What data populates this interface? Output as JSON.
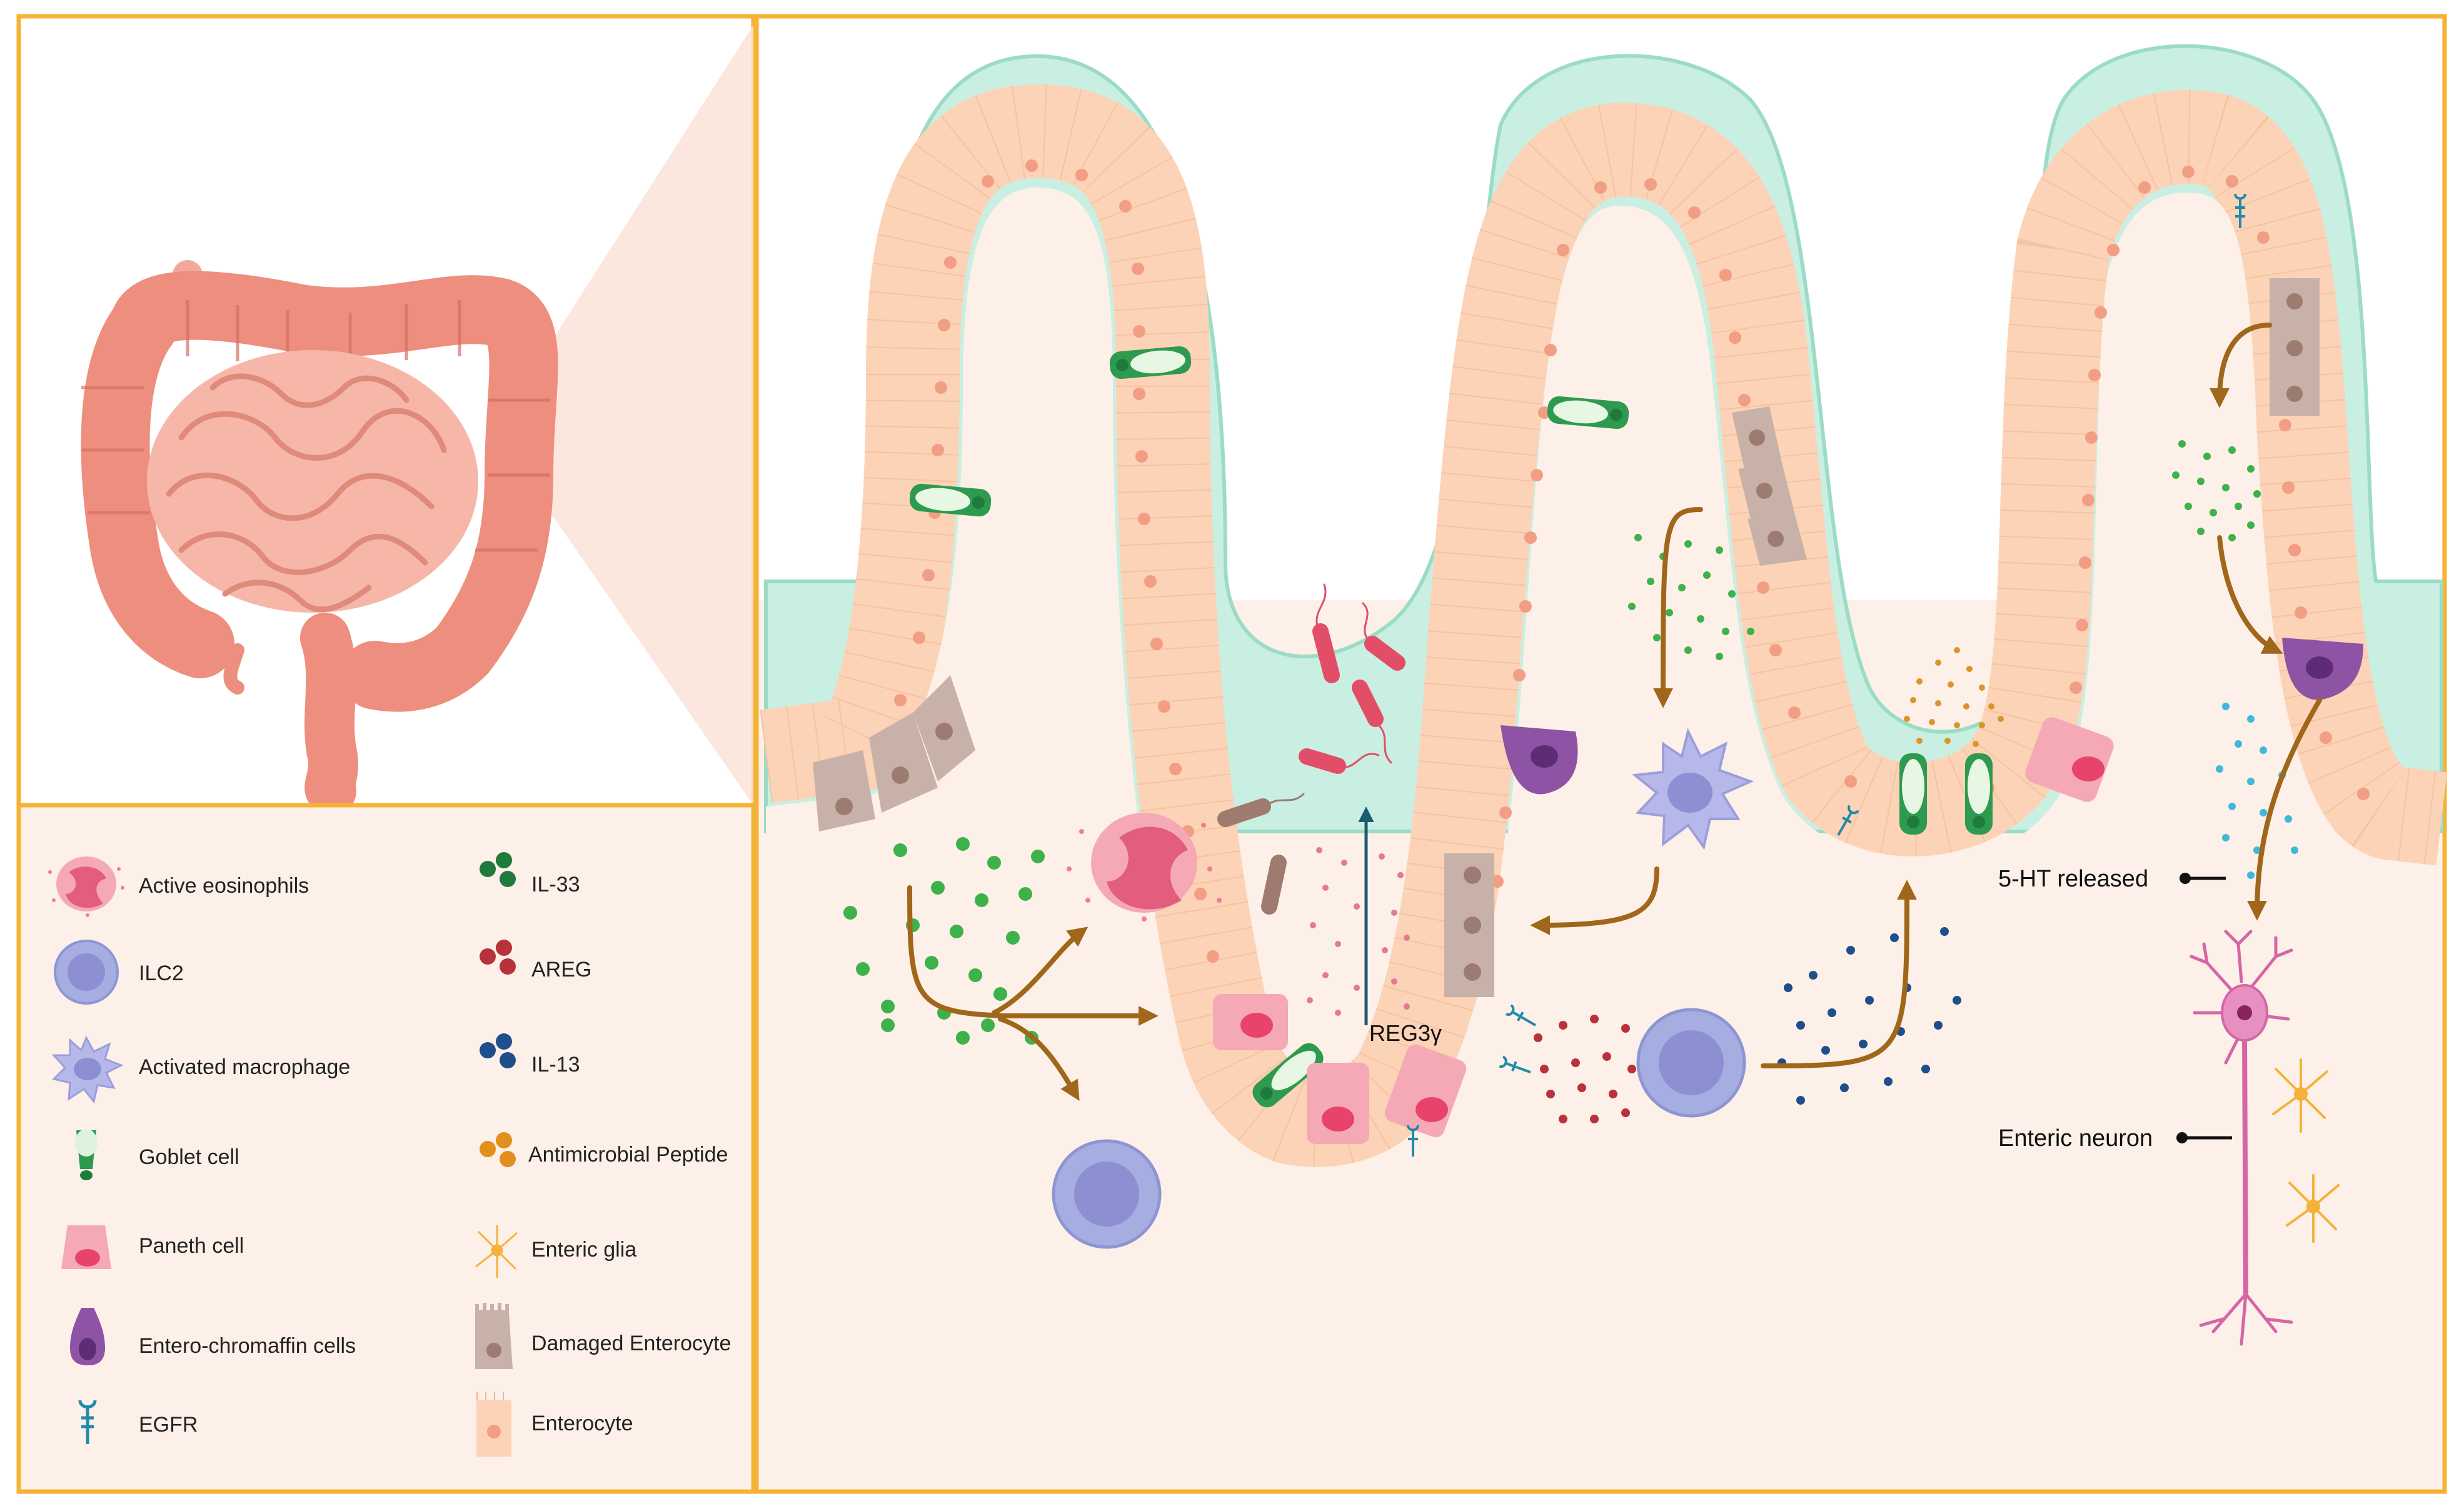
{
  "labels": {
    "reg3g": "REG3γ",
    "serotonin": "5-HT released",
    "neuron": "Enteric neuron"
  },
  "legend": {
    "left": [
      {
        "icon": "eosinophil-icon",
        "label": "Active eosinophils"
      },
      {
        "icon": "ilc2-icon",
        "label": "ILC2"
      },
      {
        "icon": "macrophage-icon",
        "label": "Activated macrophage"
      },
      {
        "icon": "goblet-cell-icon",
        "label": "Goblet cell"
      },
      {
        "icon": "paneth-cell-icon",
        "label": "Paneth cell"
      },
      {
        "icon": "enterochromaffin-icon",
        "label": "Entero-chromaffin cells"
      },
      {
        "icon": "egfr-icon",
        "label": "EGFR"
      }
    ],
    "right": [
      {
        "icon": "il33-icon",
        "label": "IL-33"
      },
      {
        "icon": "areg-icon",
        "label": "AREG"
      },
      {
        "icon": "il13-icon",
        "label": "IL-13"
      },
      {
        "icon": "antimicrobial-peptide-icon",
        "label": "Antimicrobial Peptide"
      },
      {
        "icon": "enteric-glia-icon",
        "label": "Enteric glia"
      },
      {
        "icon": "damaged-enterocyte-icon",
        "label": "Damaged Enterocyte"
      },
      {
        "icon": "enterocyte-icon",
        "label": "Enterocyte"
      }
    ]
  },
  "colors": {
    "frame": "#F5B335",
    "tissue": "#FDF0E8",
    "mucus": "#C9EFE3",
    "mucus_edge": "#9CDCC5",
    "enterocyte": "#FCD3B6",
    "enterocyte_nucleus": "#F29E84",
    "damaged": "#C8B1A8",
    "damaged_nucleus": "#9C7C71",
    "arrow": "#A0661A",
    "il33": "#3DB24A",
    "areg": "#B8323C",
    "il13": "#1F4E8C",
    "amp": "#D9952A",
    "serotonin": "#3FB9DA",
    "reg3": "#E27A93",
    "ilc2": "#A6ADE0",
    "goblet": "#2E9A4F",
    "paneth": "#F4A9B5",
    "ec_cell": "#8E53A5",
    "neuron": "#D466A8",
    "glia": "#F4B23A",
    "gut": "#F2A99A"
  }
}
